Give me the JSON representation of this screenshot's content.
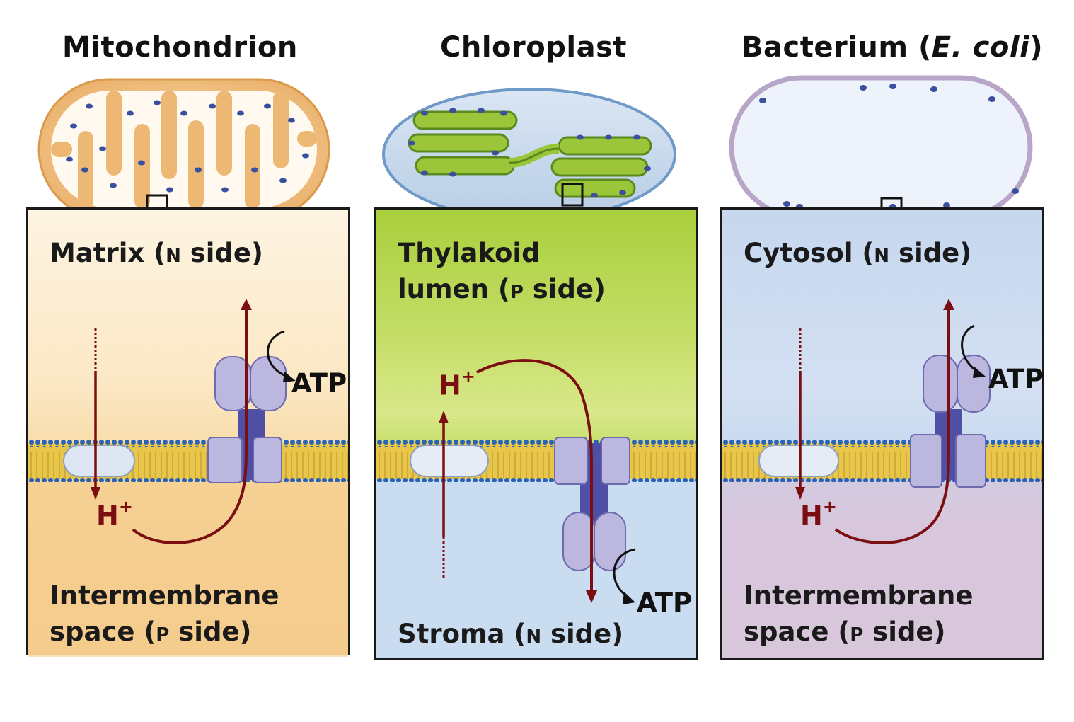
{
  "titles": {
    "mitochondrion": "Mitochondrion",
    "chloroplast": "Chloroplast",
    "bacterium_prefix": "Bacterium (",
    "bacterium_species": "E. coli",
    "bacterium_suffix": ")"
  },
  "panels": {
    "mitochondrion": {
      "top_label": "Matrix (",
      "top_side_letter": "N",
      "top_side_word": " side)",
      "bottom_label_line1": "Intermembrane",
      "bottom_label_line2": "space (",
      "bottom_side_letter": "P",
      "bottom_side_word": " side)",
      "proton_label": "H",
      "proton_charge": "+",
      "atp_label": "ATP"
    },
    "chloroplast": {
      "top_label_line1": "Thylakoid",
      "top_label_line2": "lumen (",
      "top_side_letter": "P",
      "top_side_word": " side)",
      "bottom_label": "Stroma (",
      "bottom_side_letter": "N",
      "bottom_side_word": " side)",
      "proton_label": "H",
      "proton_charge": "+",
      "atp_label": "ATP"
    },
    "bacterium": {
      "top_label": "Cytosol (",
      "top_side_letter": "N",
      "top_side_word": " side)",
      "bottom_label_line1": "Intermembrane",
      "bottom_label_line2": "space (",
      "bottom_side_letter": "P",
      "bottom_side_word": " side)",
      "proton_label": "H",
      "proton_charge": "+",
      "atp_label": "ATP"
    }
  },
  "colors": {
    "proton_arrow": "#7a0e10",
    "mito_fill": "#f6c98a",
    "chloro_fill": "#a7cf3c",
    "bact_fill": "#c8d8ee",
    "membrane_lipid": "#e8c64a",
    "membrane_head": "#2d63b4",
    "atp_synthase": "#b9b5dd"
  }
}
